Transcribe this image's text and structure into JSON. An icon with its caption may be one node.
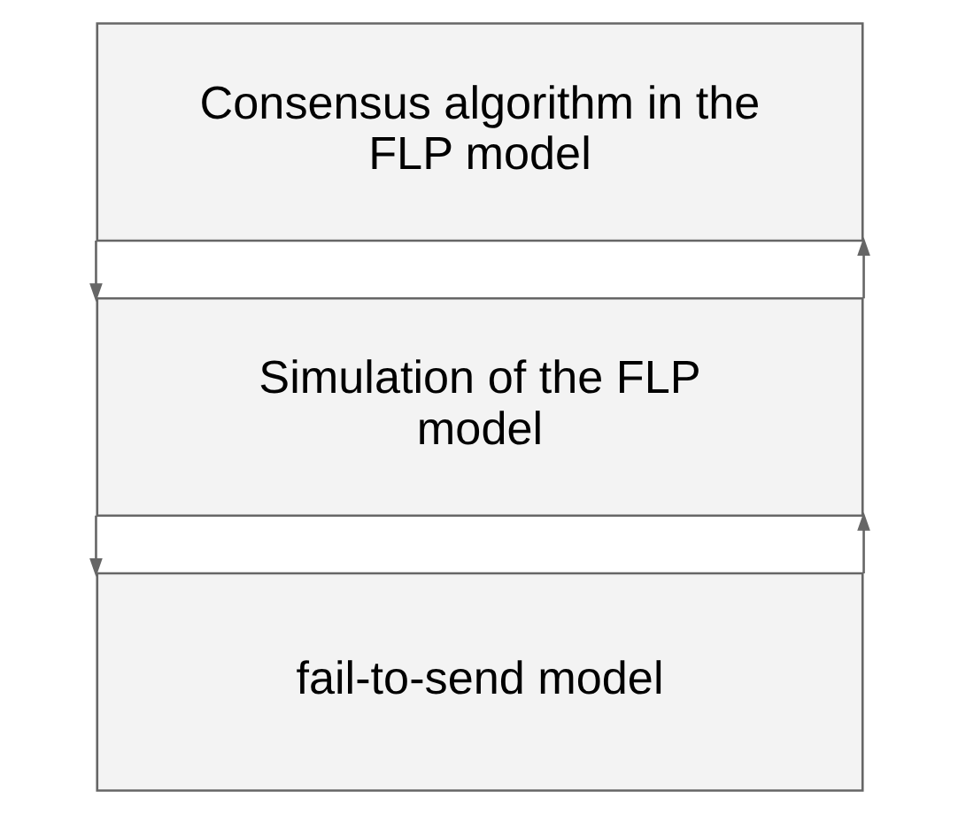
{
  "diagram": {
    "nodes": [
      {
        "text": [
          "Consensus algorithm in the FLP model"
        ]
      },
      {
        "text": [
          "Simulation of the FLP model"
        ]
      },
      {
        "text": [
          "fail-to-send model"
        ]
      }
    ],
    "edges": [
      {
        "from": 0,
        "to": 1,
        "arrow": "to"
      },
      {
        "from": 1,
        "to": 0,
        "arrow": "to"
      },
      {
        "from": 1,
        "to": 2,
        "arrow": "to"
      },
      {
        "from": 2,
        "to": 1,
        "arrow": "to"
      }
    ]
  }
}
